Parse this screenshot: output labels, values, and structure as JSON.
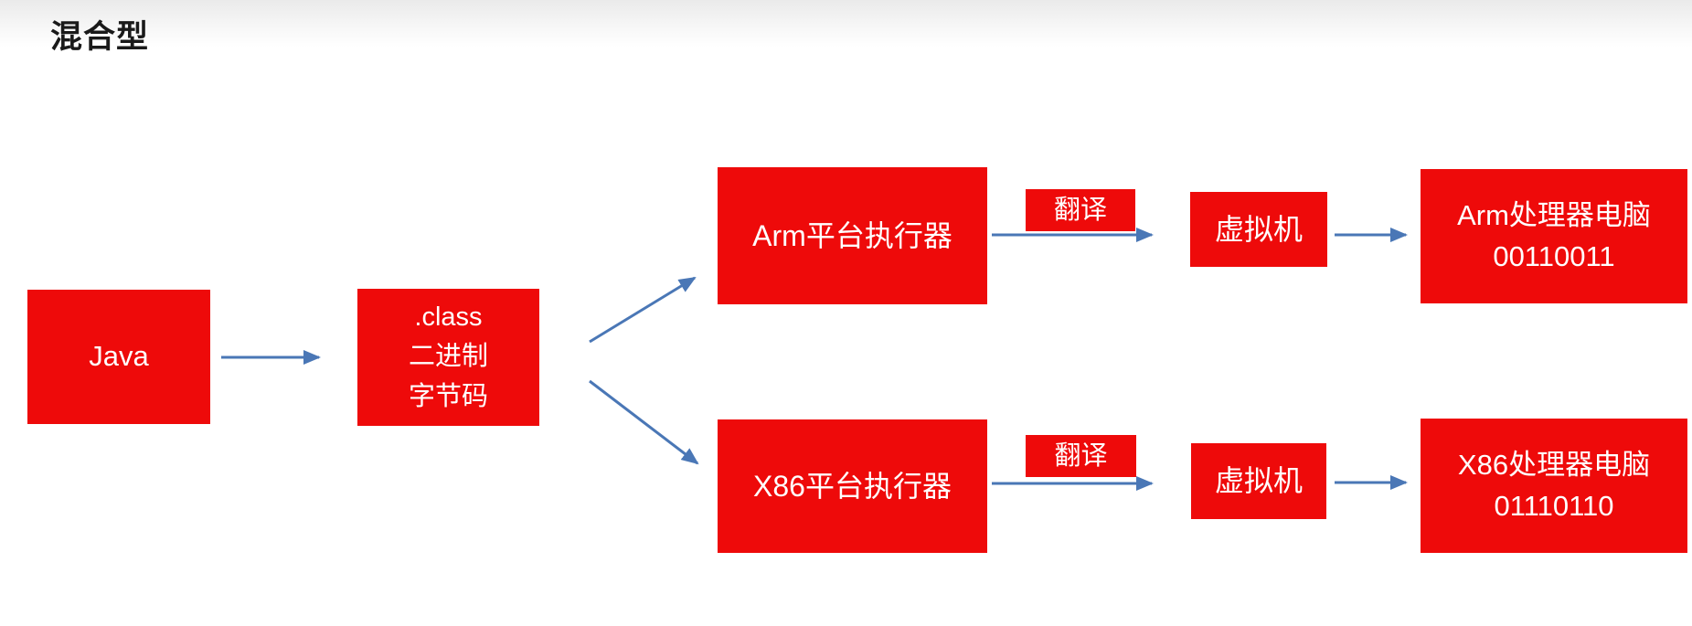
{
  "title": "混合型",
  "colors": {
    "red": "#ee0a0a",
    "blue": "#4a77b6",
    "ink": "#1a1a1a"
  },
  "nodes": {
    "java": {
      "label": "Java"
    },
    "class_file": {
      "lines": [
        ".class",
        "二进制",
        "字节码"
      ]
    },
    "arm_executor": {
      "label": "Arm平台执行器"
    },
    "x86_executor": {
      "label": "X86平台执行器"
    },
    "translate_top": {
      "label": "翻译"
    },
    "translate_bottom": {
      "label": "翻译"
    },
    "vm_top": {
      "label": "虚拟机"
    },
    "vm_bottom": {
      "label": "虚拟机"
    },
    "arm_computer": {
      "lines": [
        "Arm处理器电脑",
        "00110011"
      ]
    },
    "x86_computer": {
      "lines": [
        "X86处理器电脑",
        "01110110"
      ]
    }
  },
  "edges": [
    {
      "from": "Java",
      "to": ".class 二进制 字节码"
    },
    {
      "from": ".class 二进制 字节码",
      "to": "Arm平台执行器"
    },
    {
      "from": ".class 二进制 字节码",
      "to": "X86平台执行器"
    },
    {
      "from": "Arm平台执行器",
      "to": "虚拟机",
      "via": "翻译"
    },
    {
      "from": "虚拟机",
      "to": "Arm处理器电脑 00110011"
    },
    {
      "from": "X86平台执行器",
      "to": "虚拟机",
      "via": "翻译"
    },
    {
      "from": "虚拟机",
      "to": "X86处理器电脑 01110110"
    }
  ]
}
